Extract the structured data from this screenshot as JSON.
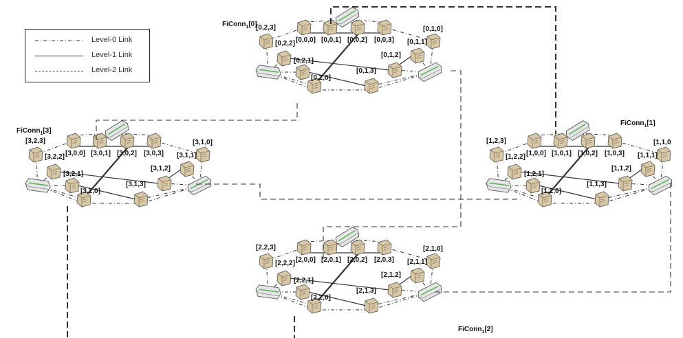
{
  "legend": {
    "items": [
      {
        "label": "Level-0 Link",
        "style": "dashdot"
      },
      {
        "label": "Level-1 Link",
        "style": "solid"
      },
      {
        "label": "Level-2 Link",
        "style": "dashed"
      }
    ]
  },
  "clusters": [
    {
      "id": "0",
      "title_main": "FiConn",
      "title_sub": "1",
      "title_index": "[0]",
      "labels": [
        "[0,0,0]",
        "[0,0,1]",
        "[0,0,2]",
        "[0,0,3]",
        "[0,1,0]",
        "[0,1,1]",
        "[0,1,2]",
        "[0,1,3]",
        "[0,2,0]",
        "[0,2,1]",
        "[0,2,2]",
        "[0,2,3]"
      ]
    },
    {
      "id": "1",
      "title_main": "FiConn",
      "title_sub": "1",
      "title_index": "[1]",
      "labels": [
        "[1,0,0]",
        "[1,0,1]",
        "[1,0,2]",
        "[1,0,3]",
        "[1,1,0",
        "[1,1,1]",
        "[1,1,2]",
        "[1,1,3]",
        "[1,2,0]",
        "[1,2,1]",
        "[1,2,2]",
        "[1,2,3]"
      ]
    },
    {
      "id": "2",
      "title_main": "FiConn",
      "title_sub": "1",
      "title_index": "[2]",
      "labels": [
        "[2,0,0]",
        "[2,0,1]",
        "[2,0,2]",
        "[2,0,3]",
        "[2,1,0]",
        "[2,1,1]",
        "[2,1,2]",
        "[2,1,3]",
        "[2,2,0]",
        "[2,2,1]",
        "[2,2,2]",
        "[2,2,3]"
      ]
    },
    {
      "id": "3",
      "title_main": "FiConn",
      "title_sub": "1",
      "title_index": "[3]",
      "labels": [
        "[3,0,0]",
        "[3,0,1]",
        "[3,0,2]",
        "[3,0,3]",
        "[3,1,0]",
        "[3,1,1]",
        "[3,1,2]",
        "[3,1,3]",
        "[3,2,0]",
        "[3,2,1]",
        "[3,2,2]",
        "[3,2,3]"
      ]
    }
  ],
  "colors": {
    "server_fill": "#d9c7a3",
    "server_stroke": "#555555",
    "switch_fill": "#e6e6e6",
    "switch_accent": "#5fb55f",
    "line": "#333333"
  }
}
